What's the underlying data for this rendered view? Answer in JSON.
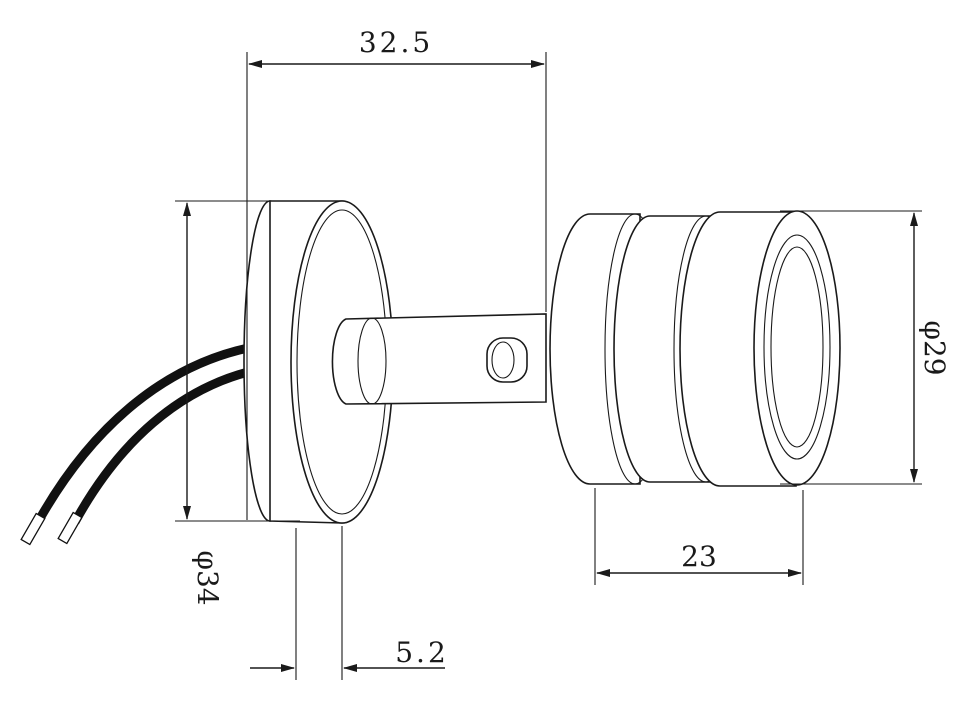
{
  "dimensions": {
    "overall_length": "32.5",
    "base_diameter": "φ34",
    "base_thickness": "5.2",
    "head_diameter": "φ29",
    "head_length": "23"
  },
  "colors": {
    "line": "#1a1a1a",
    "wire": "#111111",
    "background": "#ffffff"
  }
}
